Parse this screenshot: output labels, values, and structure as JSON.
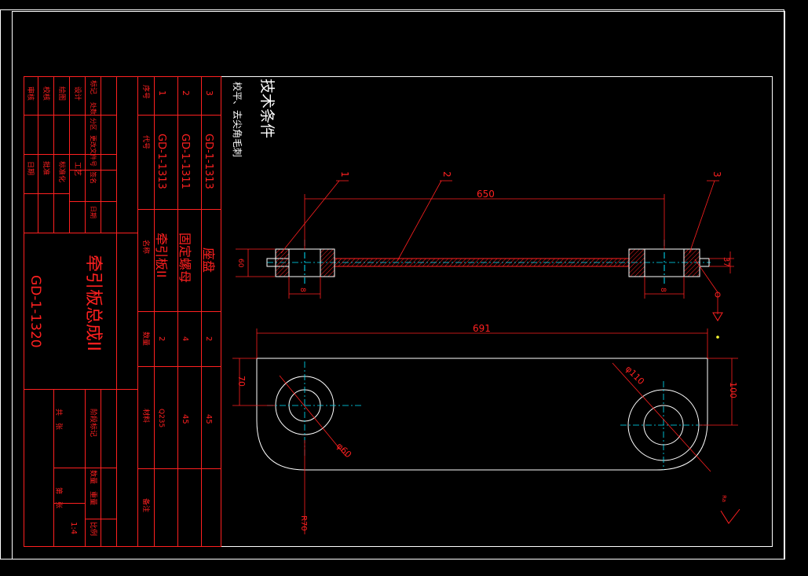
{
  "notes": {
    "title": "技术条件",
    "line1": "校平、去尖角毛刺"
  },
  "callouts": [
    "1",
    "2",
    "3"
  ],
  "dims": {
    "d650": "650",
    "d691": "691",
    "d60": "60",
    "d37": "37",
    "d70": "70",
    "d100": "100",
    "phi110": "φ110",
    "phi60": "φ60",
    "r70": "R70",
    "t8a": "8",
    "t8b": "8"
  },
  "roughness": "Ra",
  "titleblock": {
    "drawing_name": "牵引板总成II",
    "drawing_no": "GD-1-1320",
    "scale_label": "比例",
    "scale_value": "1:4",
    "weight_label": "重量",
    "qty_label": "数量",
    "stage_label": "阶段标记",
    "sheets": "共　张",
    "sheet": "第　张",
    "sign_rows": [
      "标记",
      "设计",
      "审核",
      "工艺",
      "批准"
    ],
    "sign_cols": [
      "处数",
      "分区",
      "更改文件号",
      "签名",
      "日期"
    ],
    "role_labels": [
      "绘图",
      "校核",
      "审核"
    ],
    "mid_labels": [
      "标准化",
      "批准",
      "日期"
    ]
  },
  "bom": {
    "headers": {
      "seq": "序号",
      "code": "代号",
      "name": "名称",
      "qty": "数量",
      "material": "材料",
      "remark": "备注"
    },
    "rows": [
      {
        "seq": "3",
        "code": "GD-1-1313",
        "name": "座盘",
        "qty": "2",
        "material": "45"
      },
      {
        "seq": "2",
        "code": "GD-1-1311",
        "name": "固定螺母",
        "qty": "4",
        "material": "45"
      },
      {
        "seq": "1",
        "code": "GD-1-1313",
        "name": "牵引板II",
        "qty": "2",
        "material": "Q235"
      }
    ]
  },
  "colors": {
    "frame": "#ffffff",
    "red": "#ff2020",
    "cyan": "#00e5ff",
    "yellow": "#ffff33"
  }
}
